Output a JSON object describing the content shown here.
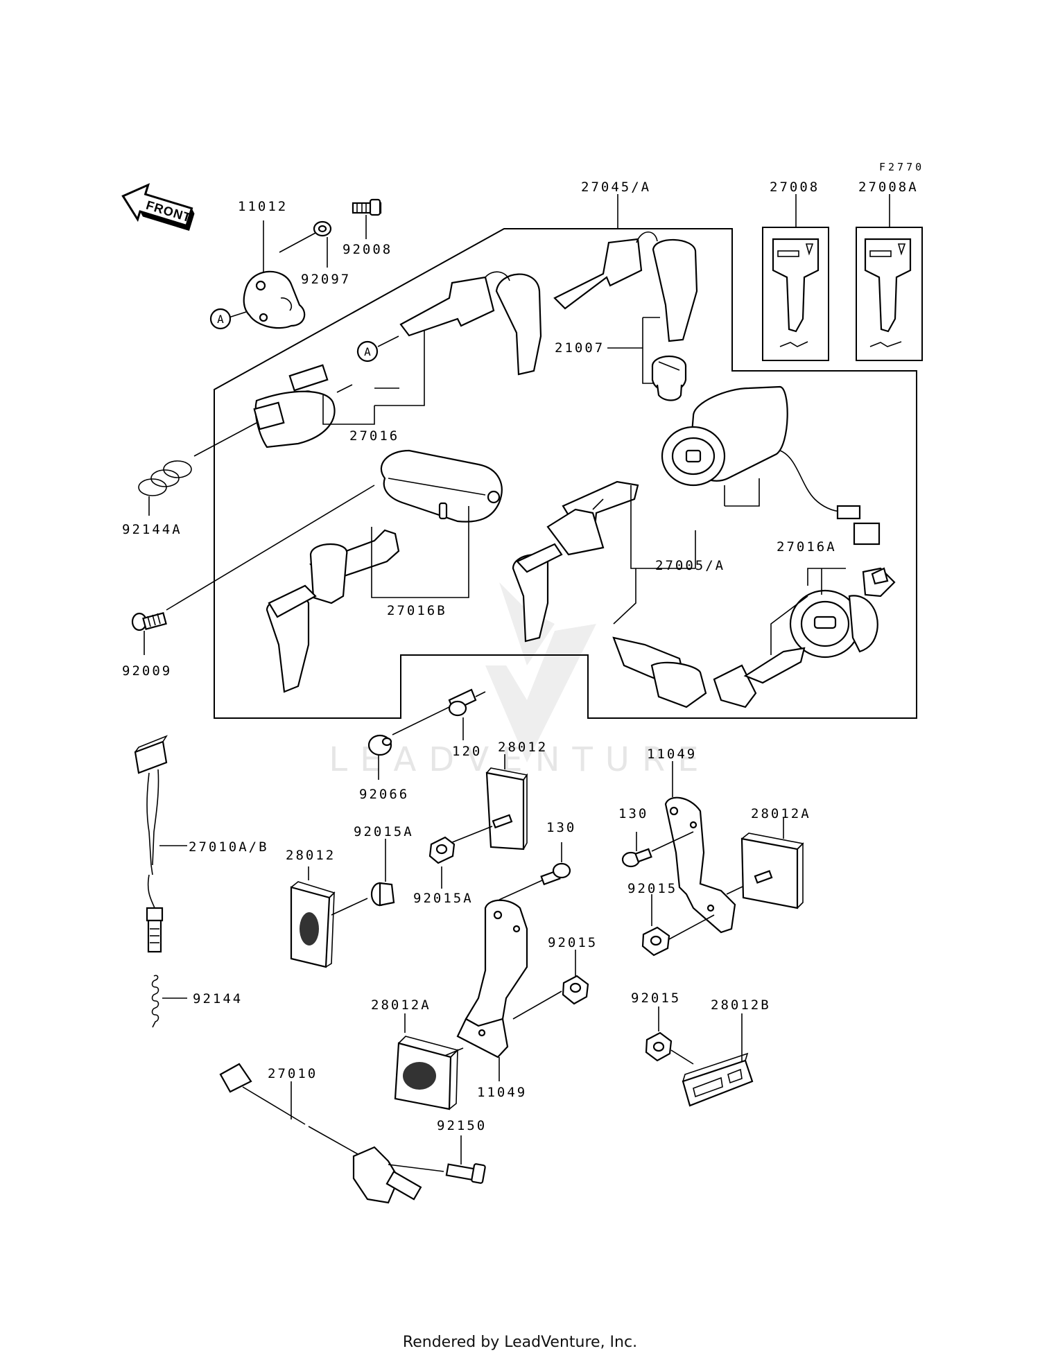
{
  "figure_code": "F2770",
  "front_label": "FRONT",
  "watermark": "LEADVENTURE",
  "footer": "Rendered by LeadVenture, Inc.",
  "callout_a": "A",
  "labels": {
    "p11012": "11012",
    "p92008": "92008",
    "p92097": "92097",
    "p27045A": "27045/A",
    "p27008": "27008",
    "p27008A": "27008A",
    "p21007": "21007",
    "p27016": "27016",
    "p92144A": "92144A",
    "p27016B": "27016B",
    "p27005A": "27005/A",
    "p27016A": "27016A",
    "p92009": "92009",
    "p120": "120",
    "p28012_top": "28012",
    "p92066": "92066",
    "p11049_right": "11049",
    "p130_right": "130",
    "p28012A_right": "28012A",
    "p92015A_left": "92015A",
    "p130_mid": "130",
    "p27010AB": "27010A/B",
    "p28012_left": "28012",
    "p92015A_mid": "92015A",
    "p92015_right": "92015",
    "p92015_mid": "92015",
    "p92144": "92144",
    "p92015_lower": "92015",
    "p28012B": "28012B",
    "p28012A_lower": "28012A",
    "p11049_lower": "11049",
    "p27010": "27010",
    "p92150": "92150"
  }
}
